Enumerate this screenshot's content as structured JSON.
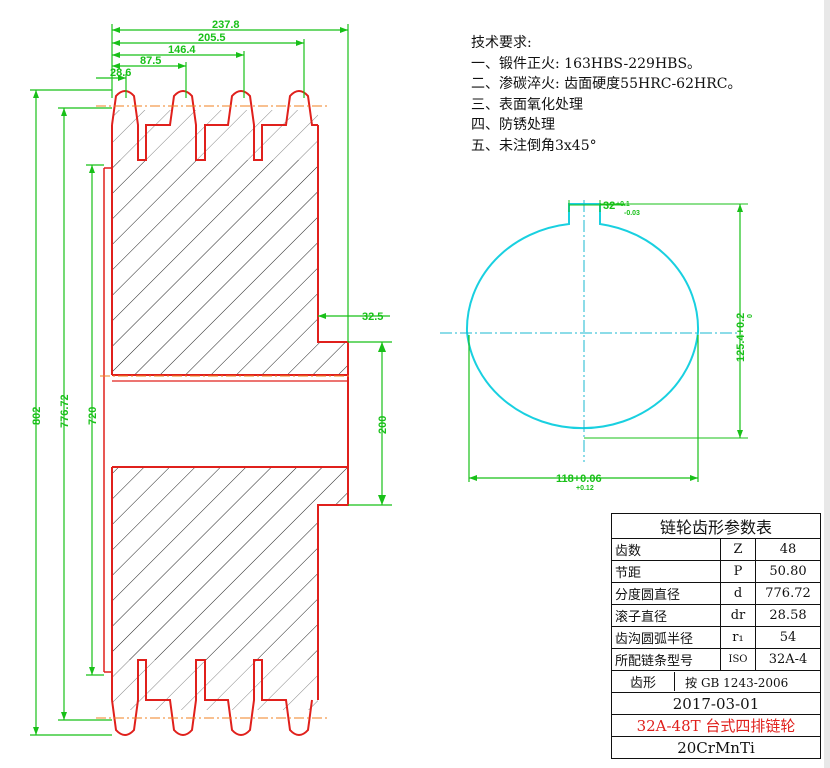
{
  "requirements": {
    "title": "技术要求:",
    "items": [
      "一、锻件正火: 163HBS-229HBS。",
      "二、渗碳淬火: 齿面硬度55HRC-62HRC。",
      "三、表面氧化处理",
      "四、防锈处理",
      "五、未注倒角3x45°"
    ]
  },
  "dimensions": {
    "top": [
      "237.8",
      "205.5",
      "146.4",
      "87.5",
      "28.6"
    ],
    "left": [
      "802",
      "776.72",
      "720"
    ],
    "hub_step": "32.5",
    "hub_bore": "200",
    "keyway_width": "32",
    "keyway_width_upper_tol": "+0.1",
    "keyway_width_lower_tol": "-0.03",
    "key_depth": "125.4+0.2",
    "key_depth_tol": "0",
    "bore_diameter": "118+0.06",
    "bore_diameter_tol": "+0.12"
  },
  "param_table": {
    "title": "链轮齿形参数表",
    "rows": [
      {
        "name": "齿数",
        "symbol": "Z",
        "value": "48"
      },
      {
        "name": "节距",
        "symbol": "P",
        "value": "50.80"
      },
      {
        "name": "分度圆直径",
        "symbol": "d",
        "value": "776.72"
      },
      {
        "name": "滚子直径",
        "symbol": "dr",
        "value": "28.58"
      },
      {
        "name": "齿沟圆弧半径",
        "symbol": "r₁",
        "value": "54"
      },
      {
        "name": "所配链条型号",
        "symbol": "ISO",
        "value": "32A-4"
      }
    ],
    "tooth_label": "齿形",
    "tooth_standard": "按 GB 1243-2006",
    "date": "2017-03-01",
    "product_name": "32A-48T 台式四排链轮",
    "material": "20CrMnTi"
  },
  "colors": {
    "outline": "#e0201c",
    "dimension": "#18c018",
    "hatch": "#222222",
    "bore_circle": "#19d0e0",
    "centerline": "#f08020"
  }
}
